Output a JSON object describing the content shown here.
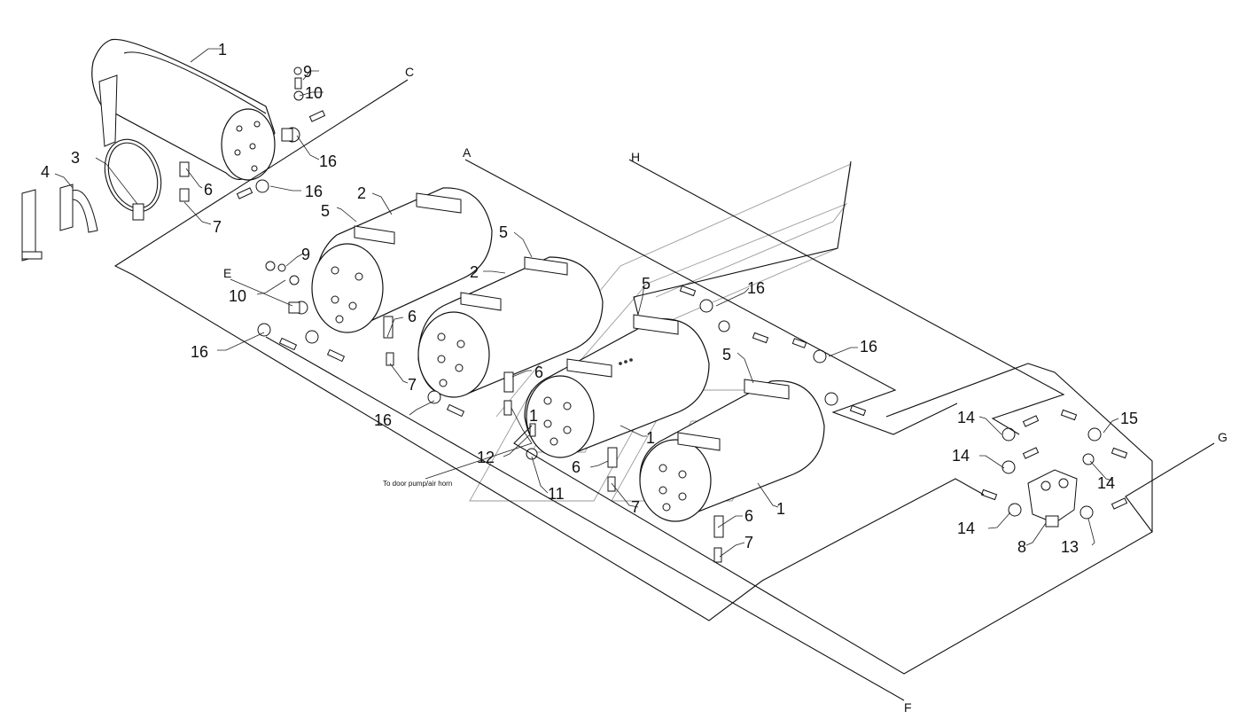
{
  "callouts": {
    "n1": "1",
    "n2": "2",
    "n3": "3",
    "n4": "4",
    "n5": "5",
    "n6": "6",
    "n7": "7",
    "n8": "8",
    "n9": "9",
    "n10": "10",
    "n11": "11",
    "n12": "12",
    "n13": "13",
    "n14": "14",
    "n15": "15",
    "n16": "16"
  },
  "connections": {
    "a": "A",
    "c": "C",
    "e": "E",
    "f": "F",
    "g": "G",
    "h": "H"
  },
  "note": "To door pump/air horn"
}
